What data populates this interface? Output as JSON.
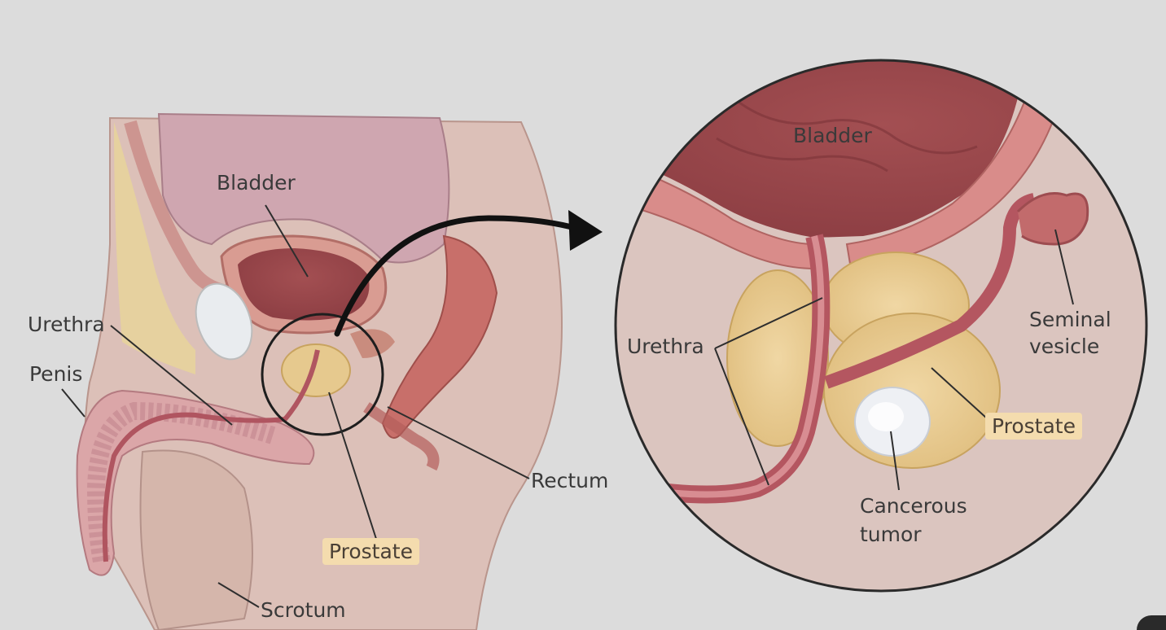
{
  "labels": {
    "left_bladder": "Bladder",
    "left_urethra": "Urethra",
    "left_penis": "Penis",
    "left_prostate": "Prostate",
    "left_rectum": "Rectum",
    "left_scrotum": "Scrotum",
    "right_bladder": "Bladder",
    "right_urethra": "Urethra",
    "right_seminal_line1": "Seminal",
    "right_seminal_line2": "vesicle",
    "right_prostate": "Prostate",
    "right_tumor_line1": "Cancerous",
    "right_tumor_line2": "tumor"
  },
  "colors": {
    "background": "#dcdcdc",
    "highlight": "#f4dcae",
    "tissue_red": "#b86a6a",
    "prostate_gland": "#e6c98e",
    "skin": "#dcc0b8"
  },
  "icons": {
    "zoom_arrow": "curved-arrow-icon"
  }
}
